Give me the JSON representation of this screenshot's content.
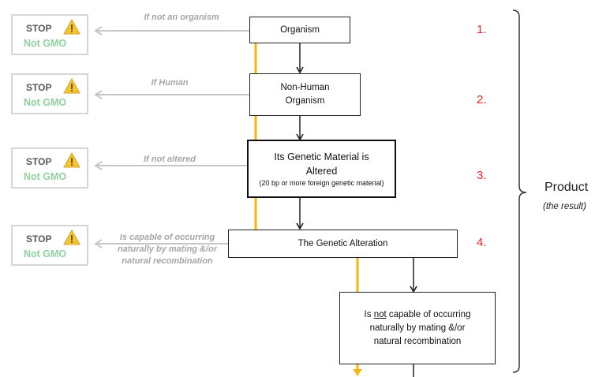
{
  "stop_boxes": [
    {
      "stop": "STOP",
      "result": "Not GMO"
    },
    {
      "stop": "STOP",
      "result": "Not GMO"
    },
    {
      "stop": "STOP",
      "result": "Not GMO"
    },
    {
      "stop": "STOP",
      "result": "Not GMO"
    }
  ],
  "conditions": [
    "If not an organism",
    "If Human",
    "If not altered",
    "Is capable of occurring naturally by mating &/or natural recombination"
  ],
  "nodes": {
    "organism": "Organism",
    "non_human": "Non-Human Organism",
    "altered": "Its Genetic Material is Altered",
    "altered_note": "(20 bp or more foreign genetic material)",
    "alteration": "The Genetic Alteration",
    "not_capable_pre": "Is ",
    "not_capable_underlined": "not",
    "not_capable_post": " capable of occurring naturally by mating &/or natural recombination"
  },
  "steps": [
    "1.",
    "2.",
    "3.",
    "4."
  ],
  "product": {
    "label": "Product",
    "sub": "(the result)"
  },
  "colors": {
    "flow_path": "#f5b40f",
    "step_number": "#e8262b",
    "not_gmo": "#8fd19e",
    "stop_border": "#d6d6d6",
    "reject_arrow": "#c6c6c6",
    "warning_icon": "#f3c437"
  },
  "icons": {
    "warning": "warning-icon"
  }
}
